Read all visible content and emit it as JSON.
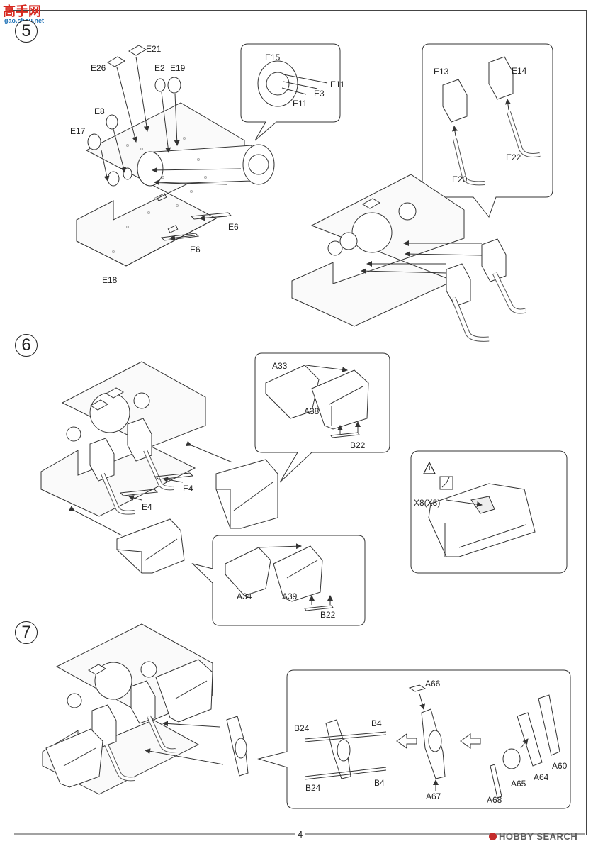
{
  "watermark": {
    "text": "高手网",
    "sub": "gao.shou.net",
    "colors": {
      "a": "#d6281f",
      "b": "#1a6fb5",
      "c": "#e39a12"
    }
  },
  "steps": {
    "five": "5",
    "six": "6",
    "seven": "7"
  },
  "labels5": {
    "e21": "E21",
    "e26": "E26",
    "e2": "E2",
    "e19": "E19",
    "e8": "E8",
    "e17": "E17",
    "e15": "E15",
    "e11a": "E11",
    "e3": "E3",
    "e11b": "E11",
    "e6a": "E6",
    "e6b": "E6",
    "e18": "E18",
    "e13": "E13",
    "e14": "E14",
    "e20": "E20",
    "e22": "E22"
  },
  "labels6": {
    "a33": "A33",
    "a38": "A38",
    "b22a": "B22",
    "e4a": "E4",
    "e4b": "E4",
    "x8": "X8(X8)",
    "a34": "A34",
    "a39": "A39",
    "b22b": "B22"
  },
  "labels7": {
    "a66": "A66",
    "b24a": "B24",
    "b4a": "B4",
    "b24b": "B24",
    "b4b": "B4",
    "a67": "A67",
    "a60": "A60",
    "a64": "A64",
    "a65": "A65",
    "a68": "A68"
  },
  "footer": {
    "page": "4",
    "brand": "HOBBY SEARCH"
  }
}
